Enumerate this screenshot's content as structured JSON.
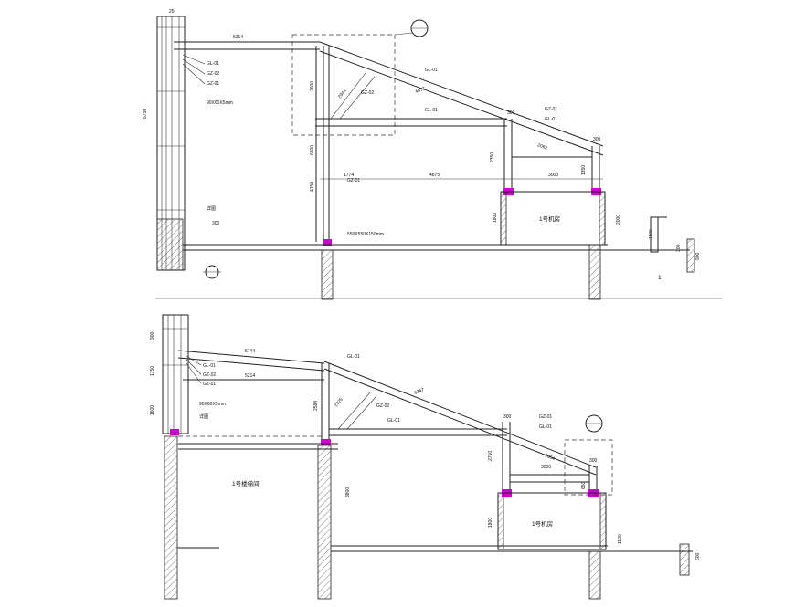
{
  "top": {
    "dims": {
      "d25": "25",
      "d5214": "5214",
      "d6750": "6750",
      "d2600": "2600",
      "d6800": "6800",
      "d4150": "4150",
      "d2944": "2944",
      "d4877": "4877",
      "d1774": "1774",
      "d4875": "4875",
      "d300a": "300",
      "d2350": "2350",
      "d1350": "1350",
      "d3000": "3000",
      "d300b": "300",
      "d1800": "1800",
      "d2000": "2000",
      "d1100": "1100",
      "d300c": "300",
      "d900": "900",
      "d300d": "300",
      "d2062": "2062"
    },
    "labels": {
      "gl01_left": "GL-01",
      "gz02_left": "GZ-02",
      "gz01_left": "GZ-01",
      "gl01_right": "GL-01",
      "gz02_mid": "GZ-02",
      "gl01_mid": "GL-01",
      "gz01_col": "GZ-01",
      "gz01_r": "GZ-01",
      "gl01_r": "GL-01",
      "room": "1号机房",
      "base": "550X550X150mm",
      "tube": "90X60X5mm",
      "detail": "详图",
      "marker": "1"
    }
  },
  "bottom": {
    "dims": {
      "d900": "900",
      "d1750": "1750",
      "d1600": "1600",
      "d5744": "5744",
      "d5214": "5214",
      "d2584": "2584",
      "d2325": "2325",
      "d6347": "6347",
      "d3800": "3800",
      "d2750": "2750",
      "d3000": "3000",
      "d300a": "300",
      "d300b": "300",
      "d1800": "1800",
      "d650": "650",
      "d1100": "1100",
      "d600": "600",
      "d1354": "1354"
    },
    "labels": {
      "gl01_a": "GL-01",
      "gz02_a": "GZ-02",
      "gz01_a": "GZ-01",
      "gl01_top": "GL-01",
      "gz02_mid": "GZ-02",
      "gl01_mid": "GL-01",
      "gz01_r": "GZ-01",
      "gl01_r": "GL-01",
      "room_left": "1号楼梯间",
      "room_right": "1号机房",
      "tube": "90X60X5mm",
      "detail": "详图"
    }
  }
}
